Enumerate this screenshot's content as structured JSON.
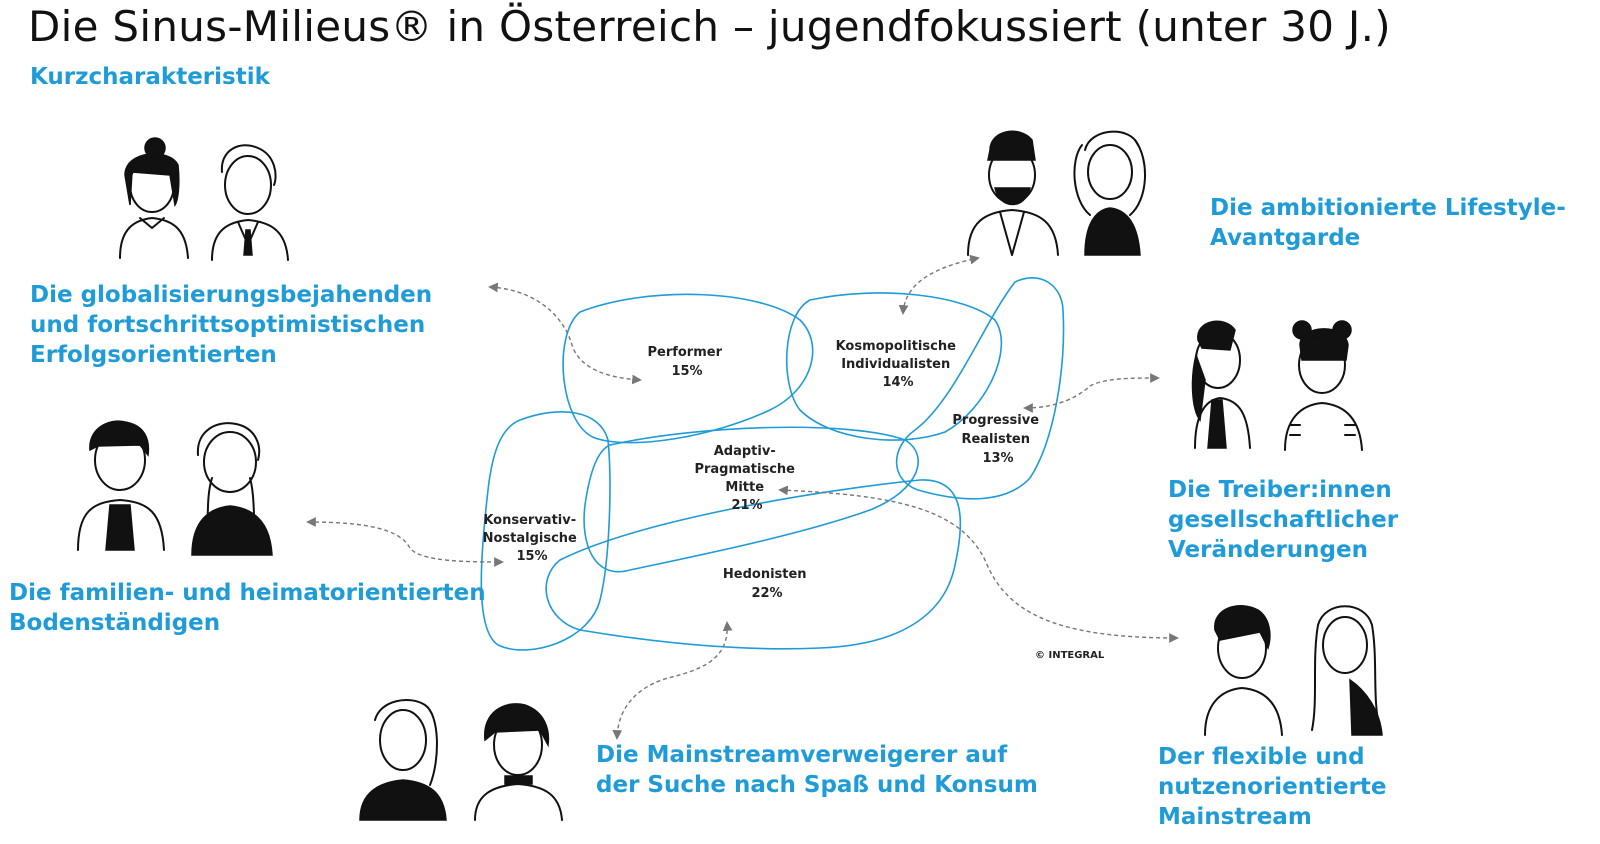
{
  "title": "Die Sinus-Milieus® in Österreich – jugendfokussiert (unter 30 J.)",
  "subtitle": "Kurzcharakteristik",
  "colors": {
    "accent": "#1f9bd7",
    "arrows": "#777777",
    "text": "#111111"
  },
  "milieus": [
    {
      "name_lines": [
        "Performer"
      ],
      "share": "15%"
    },
    {
      "name_lines": [
        "Kosmopolitische",
        "Individualisten"
      ],
      "share": "14%"
    },
    {
      "name_lines": [
        "Progressive",
        "Realisten"
      ],
      "share": "13%"
    },
    {
      "name_lines": [
        "Adaptiv-",
        "Pragmatische",
        "Mitte"
      ],
      "share": "21%"
    },
    {
      "name_lines": [
        "Konservativ-",
        "Nostalgische"
      ],
      "share": "15%"
    },
    {
      "name_lines": [
        "Hedonisten"
      ],
      "share": "22%"
    }
  ],
  "captions": {
    "erfolgsorientierte": "Die globalisierungsbejahenden\nund fortschrittsoptimistischen\nErfolgsorientierten",
    "bodenstaendige": "Die familien- und heimatorientierten\nBodenständigen",
    "lifestyle_avantgarde": "Die ambitionierte Lifestyle-\nAvantgarde",
    "treiber": "Die Treiber:innen gesellschaftlicher\nVeränderungen",
    "mainstreamverweigerer": "Die Mainstreamverweigerer auf\nder Suche nach Spaß und Konsum",
    "flexible_mainstream": "Der flexible und nutzenorientierte\nMainstream"
  },
  "copyright": "© INTEGRAL",
  "icons": [
    "person-pair-illustration",
    "dashed-double-arrow"
  ]
}
